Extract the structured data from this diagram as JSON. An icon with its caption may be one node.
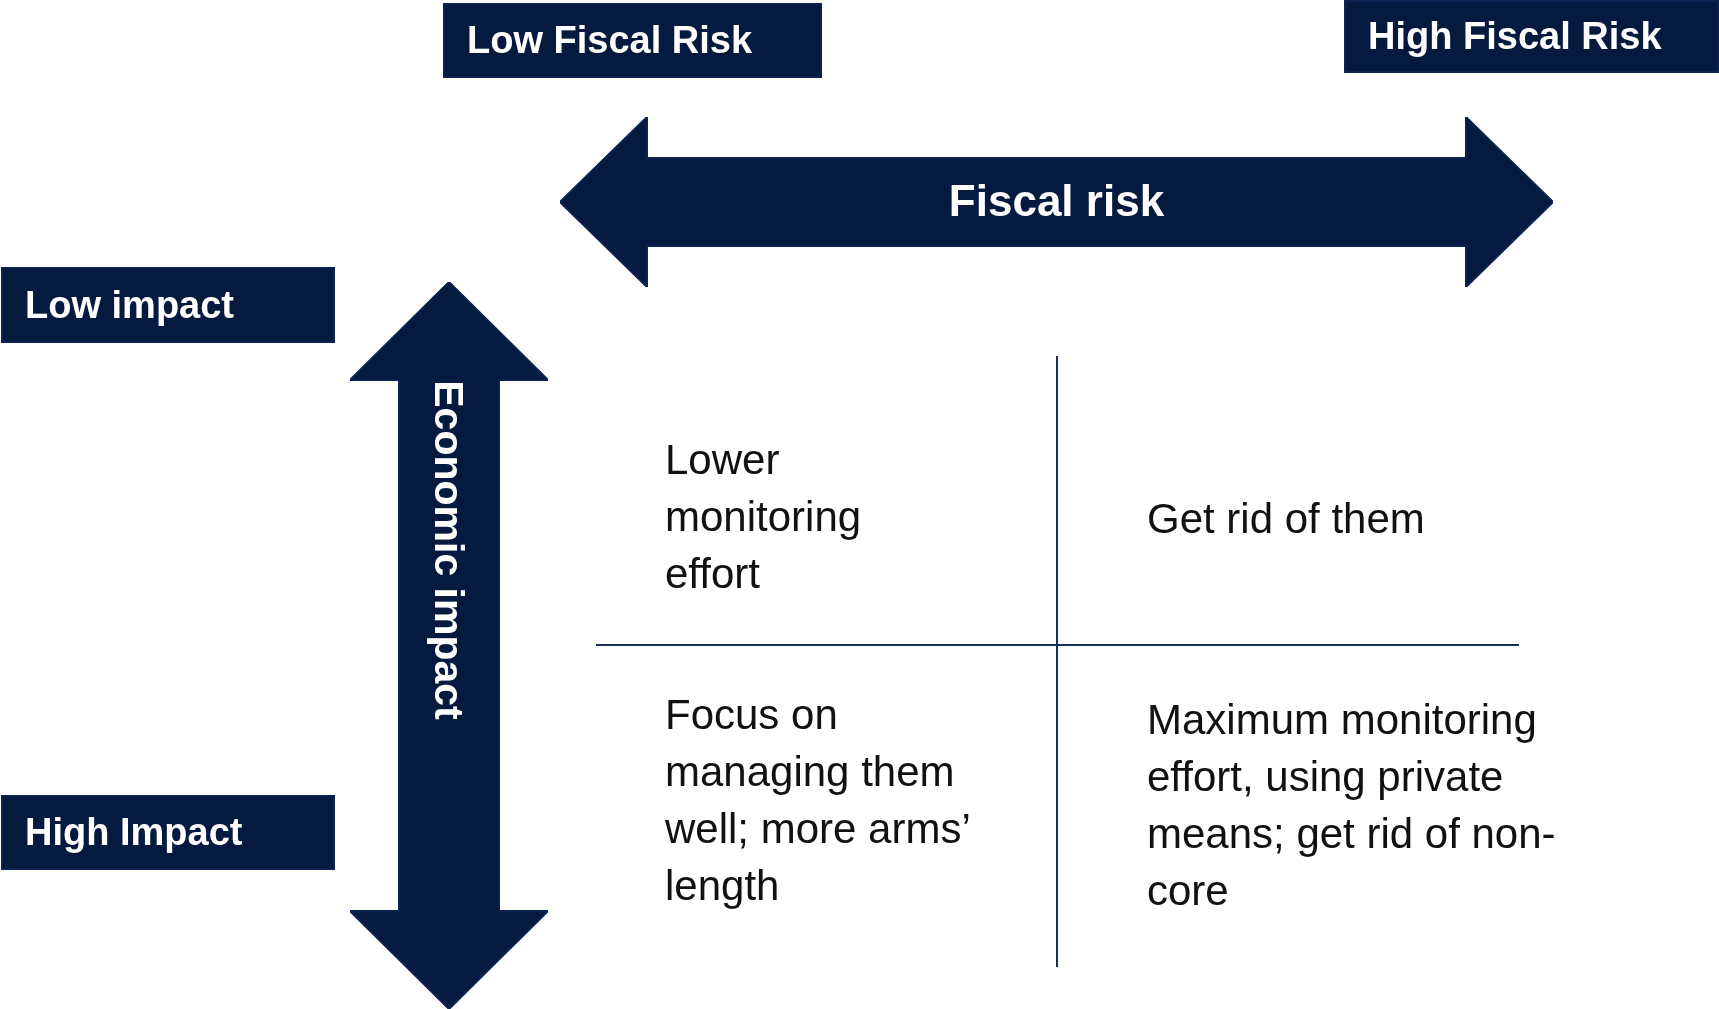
{
  "diagram": {
    "nodes": [
      {
        "text": [
          "Low Fiscal Risk"
        ]
      },
      {
        "text": [
          "High Fiscal Risk"
        ]
      },
      {
        "text": [
          "Fiscal risk"
        ]
      },
      {
        "text": [
          "Low impact"
        ]
      },
      {
        "text": [
          "High Impact"
        ]
      },
      {
        "text": [
          "Economic impact"
        ]
      }
    ],
    "labels": [
      "Lower monitoring effort",
      "Get rid of them",
      "Focus on managing them well; more arms’ length",
      "Maximum monitoring effort, using private means; get rid of non-core"
    ]
  }
}
